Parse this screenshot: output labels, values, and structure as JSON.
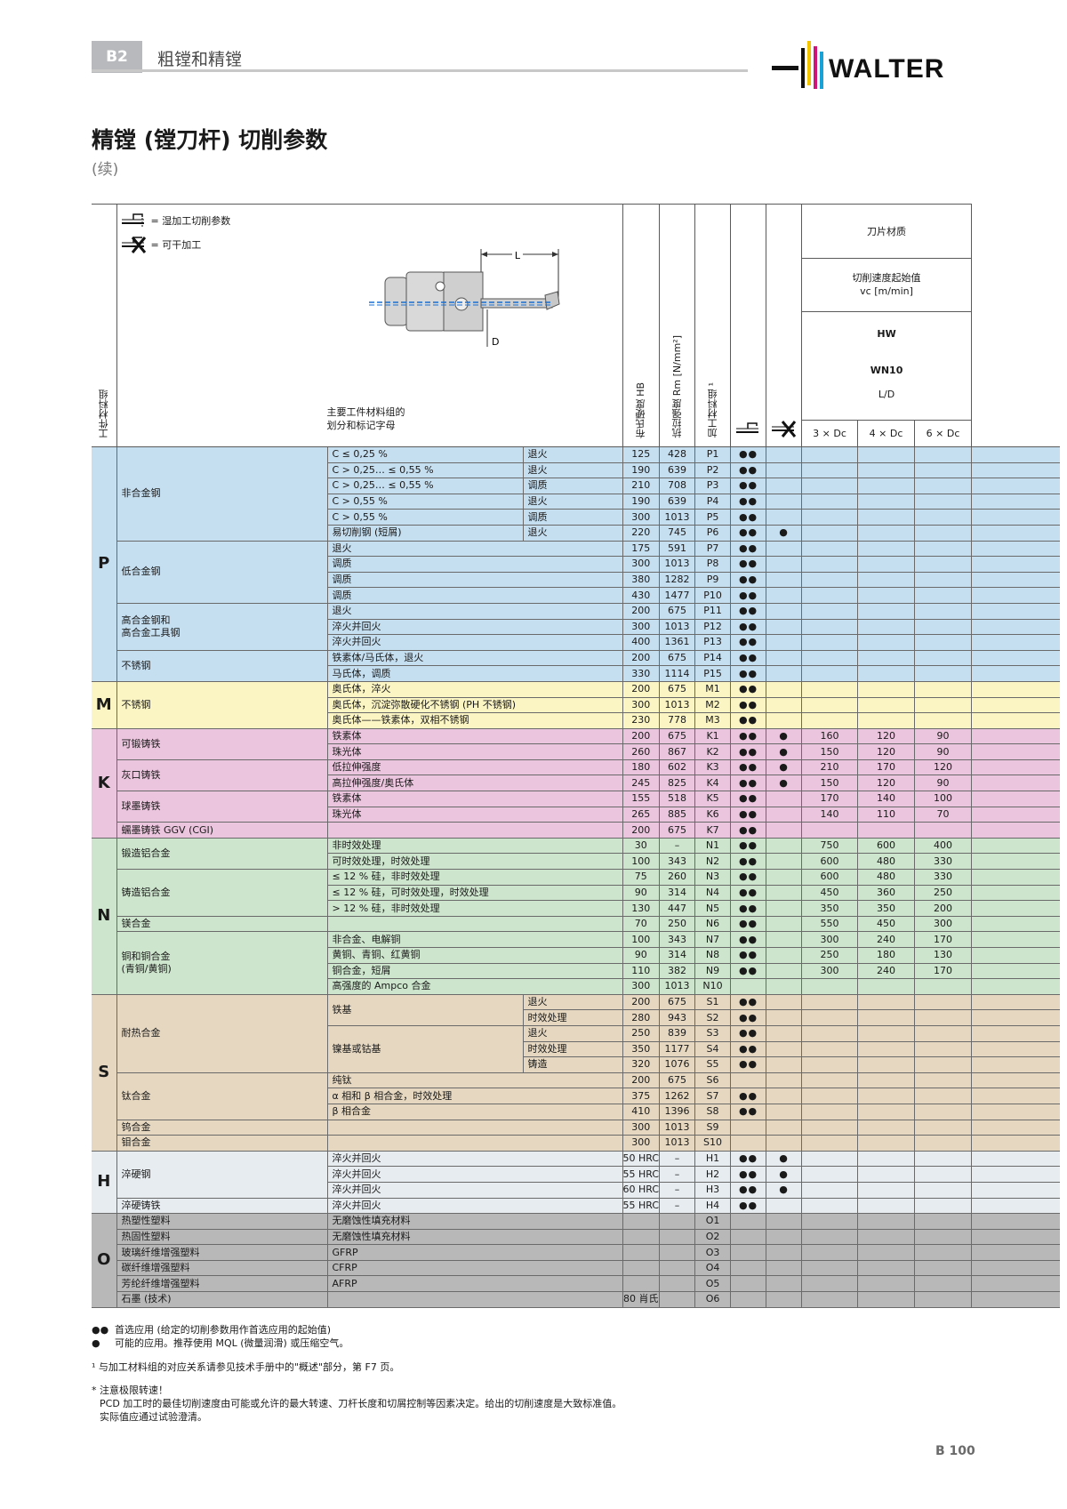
{
  "header": {
    "section_tag": "B2",
    "section_title": "粗镗和精镗",
    "logo_text": "WALTER"
  },
  "page": {
    "title": "精镗 (镗刀杆) 切削参数",
    "subtitle": "(续)",
    "page_number": "B 100"
  },
  "legend": {
    "wet": "= 湿加工切削参数",
    "dry": "= 可干加工"
  },
  "diagram": {
    "label_L": "L",
    "label_D": "D"
  },
  "table_header": {
    "material_group_vertical": "工件材料组",
    "main_groups_line1": "主要工件材料组的",
    "main_groups_line2": "划分和标记字母",
    "hardness": "布氏硬度 HB",
    "strength": "抗拉强度 Rm [N/mm²]",
    "group_code": "加工材料组 ¹",
    "insert_material": "刀片材质",
    "cutting_speed_line1": "切削速度起始值",
    "cutting_speed_line2": "vc [m/min]",
    "grade1": "HW",
    "grade2": "WN10",
    "ld": "L/D",
    "ld_cols": [
      "3 × Dc",
      "4 × Dc",
      "6 × Dc"
    ]
  },
  "colors": {
    "P": "#c5dff1",
    "M": "#fbf4c3",
    "K": "#ebc5dd",
    "N": "#cde5cc",
    "S": "#e5d7c0",
    "H": "#e7ecf0",
    "O": "#b8b8b8"
  },
  "groups": [
    {
      "letter": "P",
      "rows": [
        {
          "sub": "非合金钢",
          "desc": "C ≤ 0,25 %",
          "cond": "退火",
          "hb": "125",
          "rm": "428",
          "code": "P1",
          "wet": "●●",
          "dry": "",
          "v": [
            "",
            "",
            ""
          ]
        },
        {
          "sub": "",
          "desc": "C > 0,25… ≤ 0,55 %",
          "cond": "退火",
          "hb": "190",
          "rm": "639",
          "code": "P2",
          "wet": "●●",
          "dry": "",
          "v": [
            "",
            "",
            ""
          ]
        },
        {
          "sub": "",
          "desc": "C > 0,25… ≤ 0,55 %",
          "cond": "调质",
          "hb": "210",
          "rm": "708",
          "code": "P3",
          "wet": "●●",
          "dry": "",
          "v": [
            "",
            "",
            ""
          ]
        },
        {
          "sub": "",
          "desc": "C > 0,55 %",
          "cond": "退火",
          "hb": "190",
          "rm": "639",
          "code": "P4",
          "wet": "●●",
          "dry": "",
          "v": [
            "",
            "",
            ""
          ]
        },
        {
          "sub": "",
          "desc": "C > 0,55 %",
          "cond": "调质",
          "hb": "300",
          "rm": "1013",
          "code": "P5",
          "wet": "●●",
          "dry": "",
          "v": [
            "",
            "",
            ""
          ]
        },
        {
          "sub": "",
          "desc": "易切削钢 (短屑)",
          "cond": "退火",
          "hb": "220",
          "rm": "745",
          "code": "P6",
          "wet": "●●",
          "dry": "●",
          "v": [
            "",
            "",
            ""
          ]
        },
        {
          "sub": "低合金钢",
          "desc": "退火",
          "cond": "",
          "hb": "175",
          "rm": "591",
          "code": "P7",
          "wet": "●●",
          "dry": "",
          "v": [
            "",
            "",
            ""
          ]
        },
        {
          "sub": "",
          "desc": "调质",
          "cond": "",
          "hb": "300",
          "rm": "1013",
          "code": "P8",
          "wet": "●●",
          "dry": "",
          "v": [
            "",
            "",
            ""
          ]
        },
        {
          "sub": "",
          "desc": "调质",
          "cond": "",
          "hb": "380",
          "rm": "1282",
          "code": "P9",
          "wet": "●●",
          "dry": "",
          "v": [
            "",
            "",
            ""
          ]
        },
        {
          "sub": "",
          "desc": "调质",
          "cond": "",
          "hb": "430",
          "rm": "1477",
          "code": "P10",
          "wet": "●●",
          "dry": "",
          "v": [
            "",
            "",
            ""
          ]
        },
        {
          "sub": "高合金钢和|高合金工具钢",
          "desc": "退火",
          "cond": "",
          "hb": "200",
          "rm": "675",
          "code": "P11",
          "wet": "●●",
          "dry": "",
          "v": [
            "",
            "",
            ""
          ]
        },
        {
          "sub": "",
          "desc": "淬火并回火",
          "cond": "",
          "hb": "300",
          "rm": "1013",
          "code": "P12",
          "wet": "●●",
          "dry": "",
          "v": [
            "",
            "",
            ""
          ]
        },
        {
          "sub": "",
          "desc": "淬火并回火",
          "cond": "",
          "hb": "400",
          "rm": "1361",
          "code": "P13",
          "wet": "●●",
          "dry": "",
          "v": [
            "",
            "",
            ""
          ]
        },
        {
          "sub": "不锈钢",
          "desc": "铁素体/马氏体，退火",
          "cond": "",
          "hb": "200",
          "rm": "675",
          "code": "P14",
          "wet": "●●",
          "dry": "",
          "v": [
            "",
            "",
            ""
          ]
        },
        {
          "sub": "",
          "desc": "马氏体，调质",
          "cond": "",
          "hb": "330",
          "rm": "1114",
          "code": "P15",
          "wet": "●●",
          "dry": "",
          "v": [
            "",
            "",
            ""
          ]
        }
      ]
    },
    {
      "letter": "M",
      "rows": [
        {
          "sub": "不锈钢",
          "desc": "奥氏体，淬火",
          "cond": "",
          "hb": "200",
          "rm": "675",
          "code": "M1",
          "wet": "●●",
          "dry": "",
          "v": [
            "",
            "",
            ""
          ]
        },
        {
          "sub": "",
          "desc": "奥氏体，沉淀弥散硬化不锈钢 (PH 不锈钢)",
          "cond": "",
          "hb": "300",
          "rm": "1013",
          "code": "M2",
          "wet": "●●",
          "dry": "",
          "v": [
            "",
            "",
            ""
          ]
        },
        {
          "sub": "",
          "desc": "奥氏体——铁素体，双相不锈钢",
          "cond": "",
          "hb": "230",
          "rm": "778",
          "code": "M3",
          "wet": "●●",
          "dry": "",
          "v": [
            "",
            "",
            ""
          ]
        }
      ]
    },
    {
      "letter": "K",
      "rows": [
        {
          "sub": "可锻铸铁",
          "desc": "铁素体",
          "cond": "",
          "hb": "200",
          "rm": "675",
          "code": "K1",
          "wet": "●●",
          "dry": "●",
          "v": [
            "160",
            "120",
            "90"
          ]
        },
        {
          "sub": "",
          "desc": "珠光体",
          "cond": "",
          "hb": "260",
          "rm": "867",
          "code": "K2",
          "wet": "●●",
          "dry": "●",
          "v": [
            "150",
            "120",
            "90"
          ]
        },
        {
          "sub": "灰口铸铁",
          "desc": "低拉伸强度",
          "cond": "",
          "hb": "180",
          "rm": "602",
          "code": "K3",
          "wet": "●●",
          "dry": "●",
          "v": [
            "210",
            "170",
            "120"
          ]
        },
        {
          "sub": "",
          "desc": "高拉伸强度/奥氏体",
          "cond": "",
          "hb": "245",
          "rm": "825",
          "code": "K4",
          "wet": "●●",
          "dry": "●",
          "v": [
            "150",
            "120",
            "90"
          ]
        },
        {
          "sub": "球墨铸铁",
          "desc": "铁素体",
          "cond": "",
          "hb": "155",
          "rm": "518",
          "code": "K5",
          "wet": "●●",
          "dry": "",
          "v": [
            "170",
            "140",
            "100"
          ]
        },
        {
          "sub": "",
          "desc": "珠光体",
          "cond": "",
          "hb": "265",
          "rm": "885",
          "code": "K6",
          "wet": "●●",
          "dry": "",
          "v": [
            "140",
            "110",
            "70"
          ]
        },
        {
          "sub": "蠕墨铸铁 GGV (CGI)",
          "desc": "",
          "cond": "",
          "hb": "200",
          "rm": "675",
          "code": "K7",
          "wet": "●●",
          "dry": "",
          "v": [
            "",
            "",
            ""
          ]
        }
      ]
    },
    {
      "letter": "N",
      "rows": [
        {
          "sub": "锻造铝合金",
          "desc": "非时效处理",
          "cond": "",
          "hb": "30",
          "rm": "–",
          "code": "N1",
          "wet": "●●",
          "dry": "",
          "v": [
            "750",
            "600",
            "400"
          ]
        },
        {
          "sub": "",
          "desc": "可时效处理，时效处理",
          "cond": "",
          "hb": "100",
          "rm": "343",
          "code": "N2",
          "wet": "●●",
          "dry": "",
          "v": [
            "600",
            "480",
            "330"
          ]
        },
        {
          "sub": "铸造铝合金",
          "desc": "≤ 12 % 硅，非时效处理",
          "cond": "",
          "hb": "75",
          "rm": "260",
          "code": "N3",
          "wet": "●●",
          "dry": "",
          "v": [
            "600",
            "480",
            "330"
          ]
        },
        {
          "sub": "",
          "desc": "≤ 12 % 硅，可时效处理，时效处理",
          "cond": "",
          "hb": "90",
          "rm": "314",
          "code": "N4",
          "wet": "●●",
          "dry": "",
          "v": [
            "450",
            "360",
            "250"
          ]
        },
        {
          "sub": "",
          "desc": "> 12 % 硅，非时效处理",
          "cond": "",
          "hb": "130",
          "rm": "447",
          "code": "N5",
          "wet": "●●",
          "dry": "",
          "v": [
            "350",
            "350",
            "200"
          ]
        },
        {
          "sub": "镁合金",
          "desc": "",
          "cond": "",
          "hb": "70",
          "rm": "250",
          "code": "N6",
          "wet": "●●",
          "dry": "",
          "v": [
            "550",
            "450",
            "300"
          ]
        },
        {
          "sub": "铜和铜合金|(青铜/黄铜)",
          "desc": "非合金、电解铜",
          "cond": "",
          "hb": "100",
          "rm": "343",
          "code": "N7",
          "wet": "●●",
          "dry": "",
          "v": [
            "300",
            "240",
            "170"
          ]
        },
        {
          "sub": "",
          "desc": "黄铜、青铜、红黄铜",
          "cond": "",
          "hb": "90",
          "rm": "314",
          "code": "N8",
          "wet": "●●",
          "dry": "",
          "v": [
            "250",
            "180",
            "130"
          ]
        },
        {
          "sub": "",
          "desc": "铜合金，短屑",
          "cond": "",
          "hb": "110",
          "rm": "382",
          "code": "N9",
          "wet": "●●",
          "dry": "",
          "v": [
            "300",
            "240",
            "170"
          ]
        },
        {
          "sub": "",
          "desc": "高强度的 Ampco 合金",
          "cond": "",
          "hb": "300",
          "rm": "1013",
          "code": "N10",
          "wet": "",
          "dry": "",
          "v": [
            "",
            "",
            ""
          ]
        }
      ]
    },
    {
      "letter": "S",
      "rows": [
        {
          "sub": "耐热合金",
          "desc": "铁基",
          "cond": "退火",
          "hb": "200",
          "rm": "675",
          "code": "S1",
          "wet": "●●",
          "dry": "",
          "v": [
            "",
            "",
            ""
          ]
        },
        {
          "sub": "",
          "desc": "",
          "cond": "时效处理",
          "hb": "280",
          "rm": "943",
          "code": "S2",
          "wet": "●●",
          "dry": "",
          "v": [
            "",
            "",
            ""
          ]
        },
        {
          "sub": "",
          "desc": "镍基或钴基",
          "cond": "退火",
          "hb": "250",
          "rm": "839",
          "code": "S3",
          "wet": "●●",
          "dry": "",
          "v": [
            "",
            "",
            ""
          ]
        },
        {
          "sub": "",
          "desc": "",
          "cond": "时效处理",
          "hb": "350",
          "rm": "1177",
          "code": "S4",
          "wet": "●●",
          "dry": "",
          "v": [
            "",
            "",
            ""
          ]
        },
        {
          "sub": "",
          "desc": "",
          "cond": "铸造",
          "hb": "320",
          "rm": "1076",
          "code": "S5",
          "wet": "●●",
          "dry": "",
          "v": [
            "",
            "",
            ""
          ]
        },
        {
          "sub": "钛合金",
          "desc": "纯钛",
          "cond": "",
          "hb": "200",
          "rm": "675",
          "code": "S6",
          "wet": "",
          "dry": "",
          "v": [
            "",
            "",
            ""
          ]
        },
        {
          "sub": "",
          "desc": "α 相和 β 相合金，时效处理",
          "cond": "",
          "hb": "375",
          "rm": "1262",
          "code": "S7",
          "wet": "●●",
          "dry": "",
          "v": [
            "",
            "",
            ""
          ]
        },
        {
          "sub": "",
          "desc": "β 相合金",
          "cond": "",
          "hb": "410",
          "rm": "1396",
          "code": "S8",
          "wet": "●●",
          "dry": "",
          "v": [
            "",
            "",
            ""
          ]
        },
        {
          "sub": "钨合金",
          "desc": "",
          "cond": "",
          "hb": "300",
          "rm": "1013",
          "code": "S9",
          "wet": "",
          "dry": "",
          "v": [
            "",
            "",
            ""
          ]
        },
        {
          "sub": "钼合金",
          "desc": "",
          "cond": "",
          "hb": "300",
          "rm": "1013",
          "code": "S10",
          "wet": "",
          "dry": "",
          "v": [
            "",
            "",
            ""
          ]
        }
      ]
    },
    {
      "letter": "H",
      "rows": [
        {
          "sub": "淬硬钢",
          "desc": "淬火并回火",
          "cond": "",
          "hb": "50 HRC",
          "rm": "–",
          "code": "H1",
          "wet": "●●",
          "dry": "●",
          "v": [
            "",
            "",
            ""
          ]
        },
        {
          "sub": "",
          "desc": "淬火并回火",
          "cond": "",
          "hb": "55 HRC",
          "rm": "–",
          "code": "H2",
          "wet": "●●",
          "dry": "●",
          "v": [
            "",
            "",
            ""
          ]
        },
        {
          "sub": "",
          "desc": "淬火并回火",
          "cond": "",
          "hb": "60 HRC",
          "rm": "–",
          "code": "H3",
          "wet": "●●",
          "dry": "●",
          "v": [
            "",
            "",
            ""
          ]
        },
        {
          "sub": "淬硬铸铁",
          "desc": "淬火并回火",
          "cond": "",
          "hb": "55 HRC",
          "rm": "–",
          "code": "H4",
          "wet": "●●",
          "dry": "",
          "v": [
            "",
            "",
            ""
          ]
        }
      ]
    },
    {
      "letter": "O",
      "rows": [
        {
          "sub": "热塑性塑料",
          "desc": "无磨蚀性填充材料",
          "cond": "",
          "hb": "",
          "rm": "",
          "code": "O1",
          "wet": "",
          "dry": "",
          "v": [
            "",
            "",
            ""
          ]
        },
        {
          "sub": "热固性塑料",
          "desc": "无磨蚀性填充材料",
          "cond": "",
          "hb": "",
          "rm": "",
          "code": "O2",
          "wet": "",
          "dry": "",
          "v": [
            "",
            "",
            ""
          ]
        },
        {
          "sub": "玻璃纤维增强塑料",
          "desc": "GFRP",
          "cond": "",
          "hb": "",
          "rm": "",
          "code": "O3",
          "wet": "",
          "dry": "",
          "v": [
            "",
            "",
            ""
          ]
        },
        {
          "sub": "碳纤维增强塑料",
          "desc": "CFRP",
          "cond": "",
          "hb": "",
          "rm": "",
          "code": "O4",
          "wet": "",
          "dry": "",
          "v": [
            "",
            "",
            ""
          ]
        },
        {
          "sub": "芳纶纤维增强塑料",
          "desc": "AFRP",
          "cond": "",
          "hb": "",
          "rm": "",
          "code": "O5",
          "wet": "",
          "dry": "",
          "v": [
            "",
            "",
            ""
          ]
        },
        {
          "sub": "石墨 (技术)",
          "desc": "",
          "cond": "",
          "hb": "80 肖氏",
          "rm": "",
          "code": "O6",
          "wet": "",
          "dry": "",
          "v": [
            "",
            "",
            ""
          ]
        }
      ]
    }
  ],
  "footnotes": {
    "l1_sym": "●●",
    "l1": "首选应用 (给定的切削参数用作首选应用的起始值)",
    "l2_sym": "●",
    "l2": "可能的应用。推荐使用 MQL (微量润滑) 或压缩空气。",
    "l3": "¹ 与加工材料组的对应关系请参见技术手册中的\"概述\"部分，第 F7 页。",
    "l4": "* 注意极限转速！",
    "l5": "PCD 加工时的最佳切削速度由可能或允许的最大转速、刀杆长度和切屑控制等因素决定。给出的切削速度是大致标准值。",
    "l6": "实际值应通过试验澄清。"
  }
}
